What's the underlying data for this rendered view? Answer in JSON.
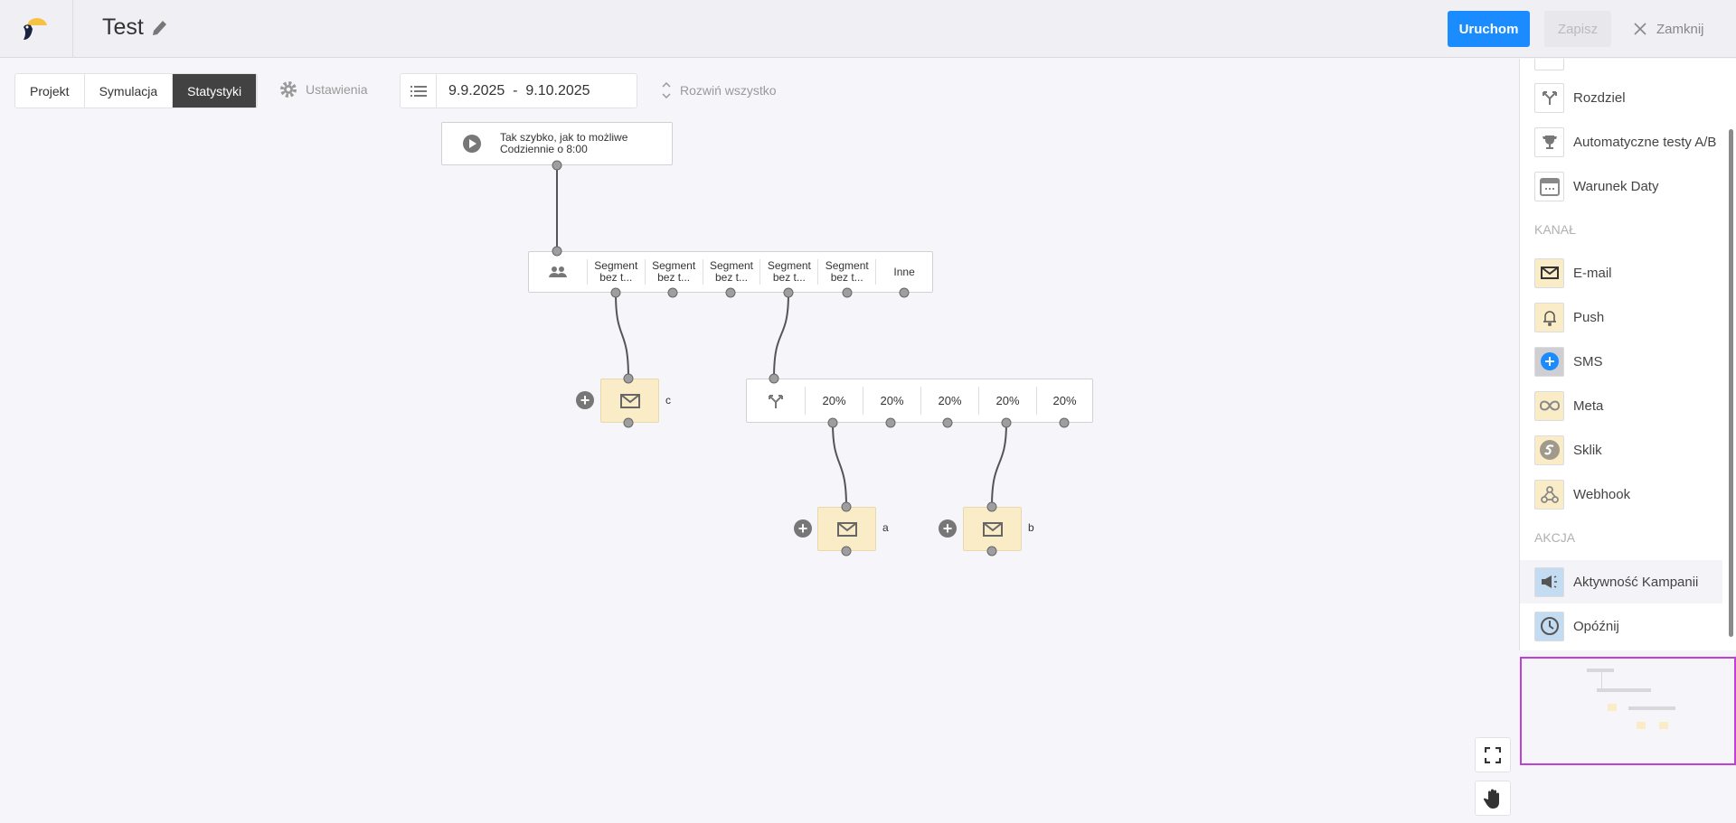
{
  "header": {
    "title": "Test",
    "run_label": "Uruchom",
    "save_label": "Zapisz",
    "close_label": "Zamknij"
  },
  "toolbar": {
    "tabs": [
      {
        "label": "Projekt"
      },
      {
        "label": "Symulacja"
      },
      {
        "label": "Statystyki",
        "active": true
      }
    ],
    "settings_label": "Ustawienia",
    "date_range": "9.9.2025  -  9.10.2025",
    "expand_label": "Rozwiń wszystko"
  },
  "canvas": {
    "start": {
      "line1": "Tak szybko, jak to możliwe",
      "line2": "Codziennie o 8:00"
    },
    "segments": [
      "Segment bez t...",
      "Segment bez t...",
      "Segment bez t...",
      "Segment bez t...",
      "Segment bez t...",
      "Inne"
    ],
    "split": [
      "20%",
      "20%",
      "20%",
      "20%",
      "20%"
    ],
    "emails": [
      {
        "label": "c"
      },
      {
        "label": "a"
      },
      {
        "label": "b"
      }
    ]
  },
  "sidebar": {
    "items_top": [
      {
        "label": "Rozdziel",
        "icon": "split-icon"
      },
      {
        "label": "Automatyczne testy A/B",
        "icon": "trophy-icon"
      },
      {
        "label": "Warunek Daty",
        "icon": "calendar-icon"
      }
    ],
    "channel_header": "KANAŁ",
    "channels": [
      {
        "label": "E-mail"
      },
      {
        "label": "Push"
      },
      {
        "label": "SMS"
      },
      {
        "label": "Meta"
      },
      {
        "label": "Sklik"
      },
      {
        "label": "Webhook"
      }
    ],
    "action_header": "AKCJA",
    "actions": [
      {
        "label": "Aktywność Kampanii"
      },
      {
        "label": "Opóźnij"
      }
    ]
  },
  "colors": {
    "primary": "#1a8cff",
    "active_tab": "#424242",
    "channel_bg": "#fbecc8",
    "action_bg": "#c4dcf2",
    "minimap_border": "#c03fd6"
  }
}
